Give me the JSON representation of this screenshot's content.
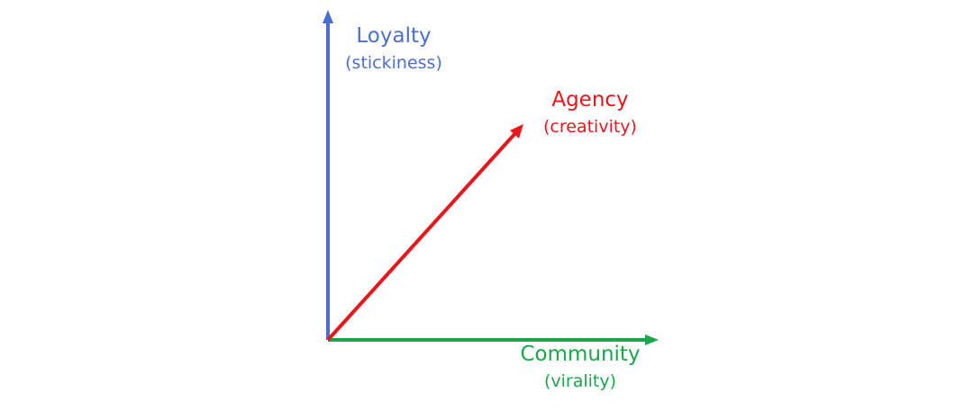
{
  "colors": {
    "loyalty": "#4a6fd0",
    "agency": "#e8151b",
    "community": "#1aa64a",
    "background": "#ffffff"
  },
  "axes": {
    "loyalty": {
      "title": "Loyalty",
      "subtitle": "(stickiness)"
    },
    "agency": {
      "title": "Agency",
      "subtitle": "(creativity)"
    },
    "community": {
      "title": "Community",
      "subtitle": "(virality)"
    }
  }
}
